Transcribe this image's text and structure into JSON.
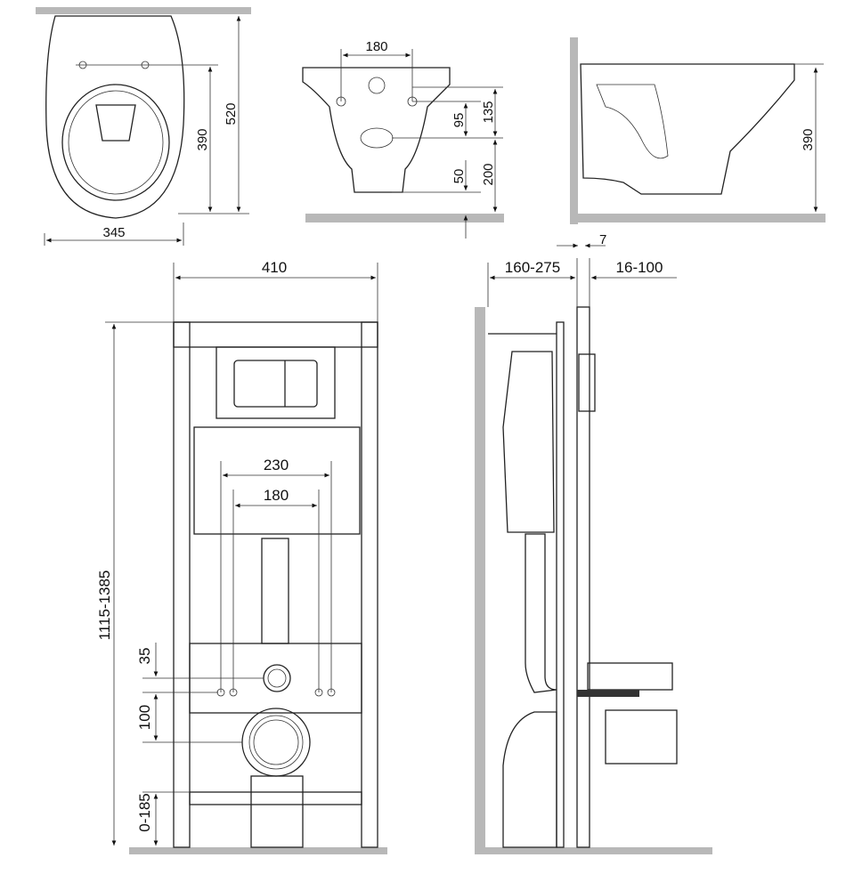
{
  "top_view": {
    "width": "345",
    "length": "520",
    "hole_distance": "390"
  },
  "front_view": {
    "hole_spacing": "180",
    "hole_to_outlet": "135",
    "outlet_offset": "95",
    "outlet_height": "200",
    "bottom_offset": "50"
  },
  "side_view": {
    "height": "390",
    "gap": "7"
  },
  "frame_front": {
    "width": "410",
    "fixing_spacing_outer": "230",
    "fixing_spacing_inner": "180",
    "height_range": "1115-1385",
    "inlet_offset": "35",
    "outlet_offset": "100",
    "foot_range": "0-185"
  },
  "frame_side": {
    "depth_range": "160-275",
    "wall_range": "16-100"
  }
}
